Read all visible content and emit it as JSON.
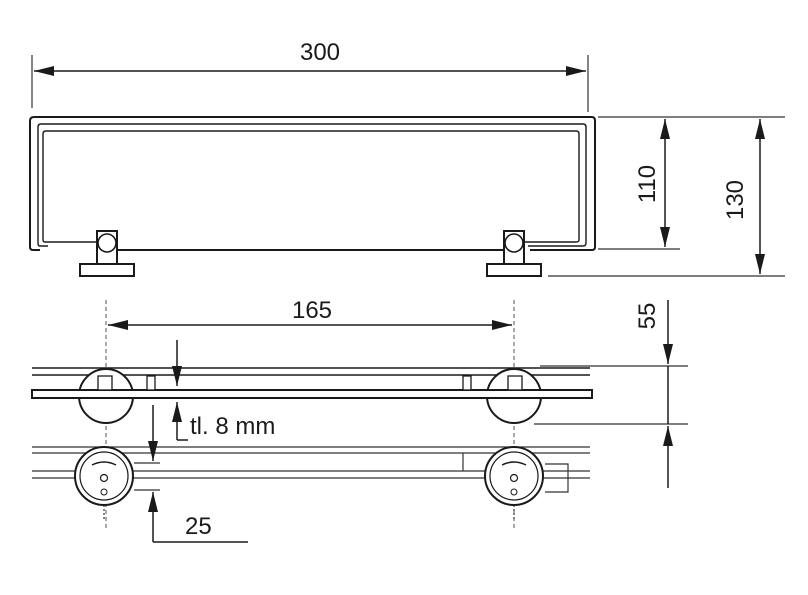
{
  "drawing": {
    "dimensions": {
      "width_total": "300",
      "height_inner": "110",
      "height_total": "130",
      "bracket_spacing": "165",
      "depth": "55",
      "glass_thickness": "tl. 8 mm",
      "offset": "25"
    }
  }
}
